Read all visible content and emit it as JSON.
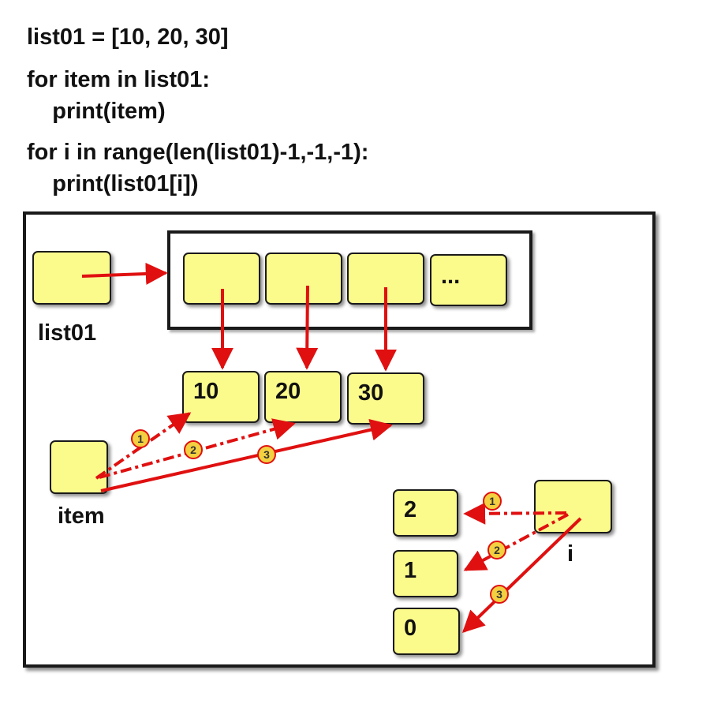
{
  "code": {
    "line1": "list01 = [10, 20, 30]",
    "line2": "for item in list01:",
    "line3": "    print(item)",
    "line4": "for i in range(len(list01)-1,-1,-1):",
    "line5": "    print(list01[i])"
  },
  "labels": {
    "list_var": "list01",
    "item_var": "item",
    "i_var": "i"
  },
  "list_slots": [
    "",
    "",
    "",
    "..."
  ],
  "values": [
    "10",
    "20",
    "30"
  ],
  "indices": [
    "2",
    "1",
    "0"
  ],
  "step_badges": [
    "1",
    "2",
    "3"
  ],
  "colors": {
    "box_fill": "#fbfb8c",
    "arrow": "#e01010",
    "badge_fill": "#f2d040"
  }
}
